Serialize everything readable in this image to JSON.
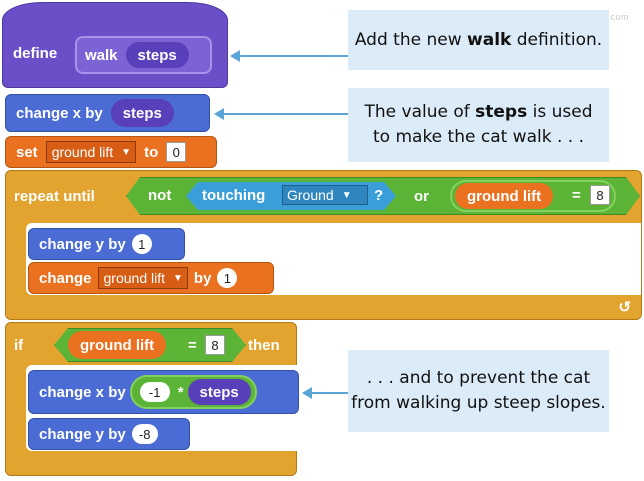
{
  "watermark": "inventwithscratch.com",
  "define_block": {
    "keyword": "define",
    "name": "walk",
    "param": "steps"
  },
  "change_x_block": {
    "keyword": "change x by",
    "value": "steps"
  },
  "set_block": {
    "keyword": "set",
    "variable": "ground lift",
    "to_label": "to",
    "value": "0"
  },
  "repeat_until_block": {
    "keyword": "repeat until",
    "not_label": "not",
    "touching_label": "touching",
    "touching_value": "Ground",
    "question": "?",
    "or_label": "or",
    "var": "ground lift",
    "equals": "=",
    "compare_value": "8",
    "loop_arrow": "↺"
  },
  "inner_change_y": {
    "keyword": "change y by",
    "value": "1"
  },
  "inner_change_var": {
    "keyword": "change",
    "variable": "ground lift",
    "by_label": "by",
    "value": "1"
  },
  "if_block": {
    "keyword": "if",
    "var": "ground lift",
    "equals": "=",
    "compare_value": "8",
    "then_label": "then"
  },
  "if_change_x": {
    "keyword": "change x by",
    "value": "-1",
    "multiply": "*",
    "var": "steps"
  },
  "if_change_y": {
    "keyword": "change y by",
    "value": "-8"
  },
  "notes": {
    "note1": {
      "pre": "Add the new ",
      "bold": "walk",
      "post": " definition."
    },
    "note2": {
      "line1_pre": "The value of ",
      "line1_bold": "steps",
      "line1_post": " is used",
      "line2": "to make the cat walk . . ."
    },
    "note3": {
      "line1": ". . . and to prevent the cat",
      "line2": "from walking up steep slopes."
    }
  },
  "colors": {
    "purple": "#6a4fc9",
    "motion_blue": "#4a6cd4",
    "data_orange": "#e9711f",
    "control_gold": "#e3a42f",
    "operator_green": "#5cb437",
    "sensing_blue": "#3a9fd8",
    "note_bg": "#dcebf8",
    "arrow": "#5aa4d8"
  }
}
